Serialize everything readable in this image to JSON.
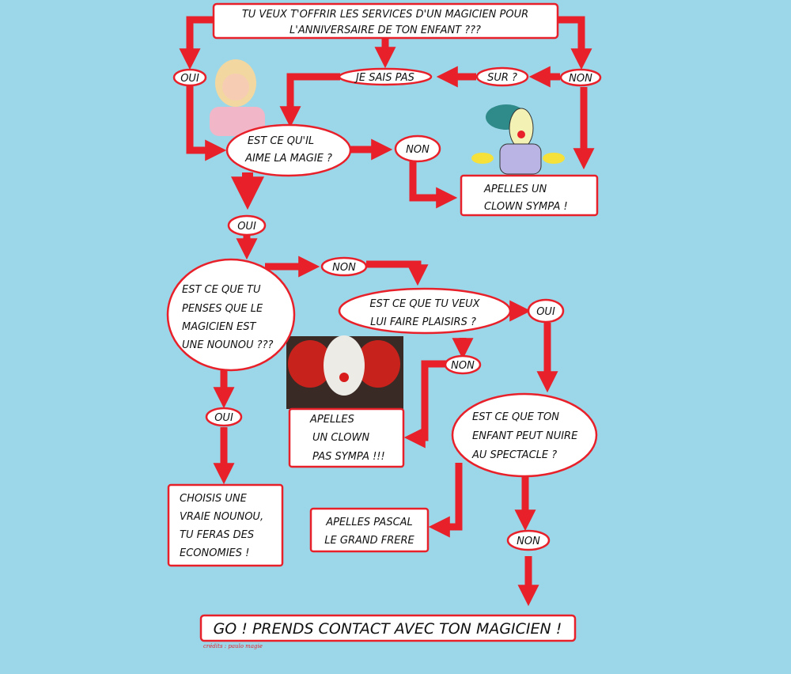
{
  "colors": {
    "background": "#9bd7e8",
    "accent": "#e8202a",
    "node_fill": "#ffffff"
  },
  "start": {
    "line1": "TU VEUX T'OFFRIR LES SERVICES D'UN MAGICIEN POUR",
    "line2": "L'ANNIVERSAIRE DE TON ENFANT ???"
  },
  "answers": {
    "oui_1": "OUI",
    "je_sais_pas": "JE SAIS PAS",
    "sur": "SUR ?",
    "non_1": "NON",
    "non_2": "NON",
    "oui_2": "OUI",
    "non_3": "NON",
    "oui_3": "OUI",
    "non_4": "NON",
    "oui_4": "OUI",
    "non_5": "NON"
  },
  "questions": {
    "aime_magie": {
      "line1": "EST CE QU'IL",
      "line2": "AIME LA MAGIE ?"
    },
    "nounou": {
      "line1": "EST CE QUE TU",
      "line2": "PENSES QUE LE",
      "line3": "MAGICIEN EST",
      "line4": "UNE NOUNOU ???"
    },
    "plaisir": {
      "line1": "EST CE QUE TU VEUX",
      "line2": "LUI FAIRE PLAISIRS ?"
    },
    "nuire": {
      "line1": "EST CE QUE TON",
      "line2": "ENFANT PEUT NUIRE",
      "line3": "AU SPECTACLE ?"
    }
  },
  "outcomes": {
    "clown_sympa": {
      "line1": "APELLES UN",
      "line2": "CLOWN SYMPA !"
    },
    "clown_pas_sympa": {
      "line1": "APELLES",
      "line2": "UN CLOWN",
      "line3": "PAS SYMPA !!!"
    },
    "nounou": {
      "line1": "CHOISIS UNE",
      "line2": "VRAIE NOUNOU,",
      "line3": "TU FERAS DES",
      "line4": "ECONOMIES !"
    },
    "pascal": {
      "line1": "APELLES PASCAL",
      "line2": "LE GRAND FRERE"
    },
    "go": "GO ! PRENDS CONTACT AVEC TON MAGICIEN !"
  },
  "credits": "crédits : paulo magie",
  "images": [
    "girl-thumbs-up-photo",
    "krusty-clown-illustration",
    "pennywise-clown-photo"
  ]
}
